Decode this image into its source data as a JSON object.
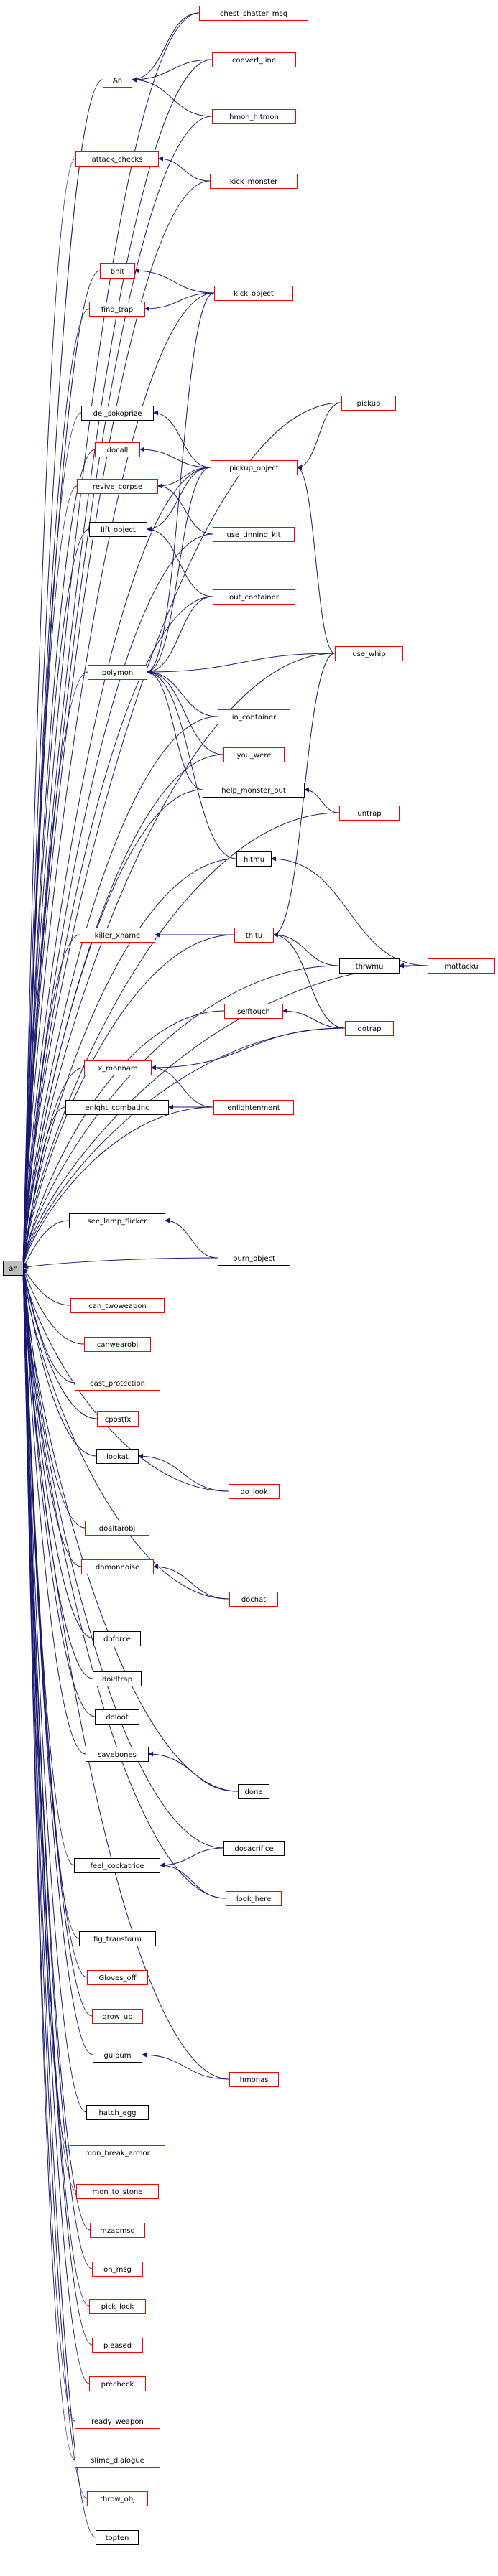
{
  "graph": {
    "root": "an",
    "colors": {
      "edge": "#191970",
      "node_black_border": "#000000",
      "node_red_border": "#ff0000",
      "node_fill": "#ffffff",
      "root_fill": "#bfbfbf"
    },
    "nodes": [
      {
        "id": "an",
        "label": "an",
        "border": "black",
        "root": true
      },
      {
        "id": "chest_shatter_msg",
        "label": "chest_shatter_msg",
        "border": "red"
      },
      {
        "id": "An",
        "label": "An",
        "border": "red"
      },
      {
        "id": "convert_line",
        "label": "convert_line",
        "border": "red"
      },
      {
        "id": "hmon_hitmon",
        "label": "hmon_hitmon",
        "border": "red"
      },
      {
        "id": "attack_checks",
        "label": "attack_checks",
        "border": "red"
      },
      {
        "id": "kick_monster",
        "label": "kick_monster",
        "border": "red"
      },
      {
        "id": "bhit",
        "label": "bhit",
        "border": "red"
      },
      {
        "id": "kick_object",
        "label": "kick_object",
        "border": "red"
      },
      {
        "id": "find_trap",
        "label": "find_trap",
        "border": "red"
      },
      {
        "id": "pickup",
        "label": "pickup",
        "border": "red"
      },
      {
        "id": "del_sokoprize",
        "label": "del_sokoprize",
        "border": "black"
      },
      {
        "id": "docall",
        "label": "docall",
        "border": "red"
      },
      {
        "id": "pickup_object",
        "label": "pickup_object",
        "border": "red"
      },
      {
        "id": "revive_corpse",
        "label": "revive_corpse",
        "border": "red"
      },
      {
        "id": "use_tinning_kit",
        "label": "use_tinning_kit",
        "border": "red"
      },
      {
        "id": "lift_object",
        "label": "lift_object",
        "border": "black"
      },
      {
        "id": "out_container",
        "label": "out_container",
        "border": "red"
      },
      {
        "id": "use_whip",
        "label": "use_whip",
        "border": "red"
      },
      {
        "id": "polymon",
        "label": "polymon",
        "border": "red"
      },
      {
        "id": "in_container",
        "label": "in_container",
        "border": "red"
      },
      {
        "id": "you_were",
        "label": "you_were",
        "border": "red"
      },
      {
        "id": "help_monster_out",
        "label": "help_monster_out",
        "border": "black"
      },
      {
        "id": "untrap",
        "label": "untrap",
        "border": "red"
      },
      {
        "id": "hitmu",
        "label": "hitmu",
        "border": "black"
      },
      {
        "id": "killer_xname",
        "label": "killer_xname",
        "border": "red"
      },
      {
        "id": "thitu",
        "label": "thitu",
        "border": "red"
      },
      {
        "id": "thrwmu",
        "label": "thrwmu",
        "border": "black"
      },
      {
        "id": "mattacku",
        "label": "mattacku",
        "border": "red"
      },
      {
        "id": "selftouch",
        "label": "selftouch",
        "border": "red"
      },
      {
        "id": "dotrap",
        "label": "dotrap",
        "border": "red"
      },
      {
        "id": "x_monnam",
        "label": "x_monnam",
        "border": "red"
      },
      {
        "id": "enlght_combatinc",
        "label": "enlght_combatinc",
        "border": "black"
      },
      {
        "id": "enlightenment",
        "label": "enlightenment",
        "border": "red"
      },
      {
        "id": "see_lamp_flicker",
        "label": "see_lamp_flicker",
        "border": "black"
      },
      {
        "id": "burn_object",
        "label": "burn_object",
        "border": "black"
      },
      {
        "id": "can_twoweapon",
        "label": "can_twoweapon",
        "border": "red"
      },
      {
        "id": "canwearobj",
        "label": "canwearobj",
        "border": "red"
      },
      {
        "id": "cast_protection",
        "label": "cast_protection",
        "border": "red"
      },
      {
        "id": "cpostfx",
        "label": "cpostfx",
        "border": "red"
      },
      {
        "id": "lookat",
        "label": "lookat",
        "border": "black"
      },
      {
        "id": "do_look",
        "label": "do_look",
        "border": "red"
      },
      {
        "id": "doaltarobj",
        "label": "doaltarobj",
        "border": "red"
      },
      {
        "id": "domonnoise",
        "label": "domonnoise",
        "border": "red"
      },
      {
        "id": "dochat",
        "label": "dochat",
        "border": "red"
      },
      {
        "id": "doforce",
        "label": "doforce",
        "border": "black"
      },
      {
        "id": "doidtrap",
        "label": "doidtrap",
        "border": "black"
      },
      {
        "id": "doloot",
        "label": "doloot",
        "border": "black"
      },
      {
        "id": "savebones",
        "label": "savebones",
        "border": "black"
      },
      {
        "id": "done",
        "label": "done",
        "border": "black"
      },
      {
        "id": "dosacrifice",
        "label": "dosacrifice",
        "border": "black"
      },
      {
        "id": "feel_cockatrice",
        "label": "feel_cockatrice",
        "border": "black"
      },
      {
        "id": "look_here",
        "label": "look_here",
        "border": "red"
      },
      {
        "id": "fig_transform",
        "label": "fig_transform",
        "border": "black"
      },
      {
        "id": "Gloves_off",
        "label": "Gloves_off",
        "border": "red"
      },
      {
        "id": "grow_up",
        "label": "grow_up",
        "border": "red"
      },
      {
        "id": "gulpum",
        "label": "gulpum",
        "border": "black"
      },
      {
        "id": "hmonas",
        "label": "hmonas",
        "border": "red"
      },
      {
        "id": "hatch_egg",
        "label": "hatch_egg",
        "border": "black"
      },
      {
        "id": "mon_break_armor",
        "label": "mon_break_armor",
        "border": "red"
      },
      {
        "id": "mon_to_stone",
        "label": "mon_to_stone",
        "border": "red"
      },
      {
        "id": "mzapmsg",
        "label": "mzapmsg",
        "border": "red"
      },
      {
        "id": "on_msg",
        "label": "on_msg",
        "border": "red"
      },
      {
        "id": "pick_lock",
        "label": "pick_lock",
        "border": "red"
      },
      {
        "id": "pleased",
        "label": "pleased",
        "border": "red"
      },
      {
        "id": "precheck",
        "label": "precheck",
        "border": "red"
      },
      {
        "id": "ready_weapon",
        "label": "ready_weapon",
        "border": "red"
      },
      {
        "id": "slime_dialogue",
        "label": "slime_dialogue",
        "border": "red"
      },
      {
        "id": "throw_obj",
        "label": "throw_obj",
        "border": "red"
      },
      {
        "id": "topten",
        "label": "topten",
        "border": "black"
      }
    ],
    "edges": [
      [
        "chest_shatter_msg",
        "an"
      ],
      [
        "An",
        "an"
      ],
      [
        "convert_line",
        "an"
      ],
      [
        "hmon_hitmon",
        "an"
      ],
      [
        "attack_checks",
        "an"
      ],
      [
        "kick_monster",
        "an"
      ],
      [
        "bhit",
        "an"
      ],
      [
        "kick_object",
        "an"
      ],
      [
        "find_trap",
        "an"
      ],
      [
        "pickup",
        "an"
      ],
      [
        "del_sokoprize",
        "an"
      ],
      [
        "docall",
        "an"
      ],
      [
        "pickup_object",
        "an"
      ],
      [
        "revive_corpse",
        "an"
      ],
      [
        "use_tinning_kit",
        "an"
      ],
      [
        "lift_object",
        "an"
      ],
      [
        "out_container",
        "an"
      ],
      [
        "use_whip",
        "an"
      ],
      [
        "polymon",
        "an"
      ],
      [
        "in_container",
        "an"
      ],
      [
        "you_were",
        "an"
      ],
      [
        "help_monster_out",
        "an"
      ],
      [
        "untrap",
        "an"
      ],
      [
        "hitmu",
        "an"
      ],
      [
        "killer_xname",
        "an"
      ],
      [
        "thitu",
        "an"
      ],
      [
        "thrwmu",
        "an"
      ],
      [
        "mattacku",
        "an"
      ],
      [
        "selftouch",
        "an"
      ],
      [
        "dotrap",
        "an"
      ],
      [
        "x_monnam",
        "an"
      ],
      [
        "enlght_combatinc",
        "an"
      ],
      [
        "enlightenment",
        "an"
      ],
      [
        "see_lamp_flicker",
        "an"
      ],
      [
        "burn_object",
        "an"
      ],
      [
        "can_twoweapon",
        "an"
      ],
      [
        "canwearobj",
        "an"
      ],
      [
        "cast_protection",
        "an"
      ],
      [
        "cpostfx",
        "an"
      ],
      [
        "lookat",
        "an"
      ],
      [
        "do_look",
        "an"
      ],
      [
        "doaltarobj",
        "an"
      ],
      [
        "domonnoise",
        "an"
      ],
      [
        "dochat",
        "an"
      ],
      [
        "doforce",
        "an"
      ],
      [
        "doidtrap",
        "an"
      ],
      [
        "doloot",
        "an"
      ],
      [
        "savebones",
        "an"
      ],
      [
        "done",
        "an"
      ],
      [
        "dosacrifice",
        "an"
      ],
      [
        "feel_cockatrice",
        "an"
      ],
      [
        "look_here",
        "an"
      ],
      [
        "fig_transform",
        "an"
      ],
      [
        "Gloves_off",
        "an"
      ],
      [
        "grow_up",
        "an"
      ],
      [
        "gulpum",
        "an"
      ],
      [
        "hmonas",
        "an"
      ],
      [
        "hatch_egg",
        "an"
      ],
      [
        "mon_break_armor",
        "an"
      ],
      [
        "mon_to_stone",
        "an"
      ],
      [
        "mzapmsg",
        "an"
      ],
      [
        "on_msg",
        "an"
      ],
      [
        "pick_lock",
        "an"
      ],
      [
        "pleased",
        "an"
      ],
      [
        "precheck",
        "an"
      ],
      [
        "ready_weapon",
        "an"
      ],
      [
        "slime_dialogue",
        "an"
      ],
      [
        "throw_obj",
        "an"
      ],
      [
        "topten",
        "an"
      ],
      [
        "chest_shatter_msg",
        "An"
      ],
      [
        "convert_line",
        "An"
      ],
      [
        "hmon_hitmon",
        "An"
      ],
      [
        "kick_monster",
        "attack_checks"
      ],
      [
        "kick_object",
        "bhit"
      ],
      [
        "kick_object",
        "find_trap"
      ],
      [
        "pickup",
        "pickup_object"
      ],
      [
        "pickup_object",
        "del_sokoprize"
      ],
      [
        "pickup_object",
        "docall"
      ],
      [
        "pickup_object",
        "revive_corpse"
      ],
      [
        "use_tinning_kit",
        "revive_corpse"
      ],
      [
        "pickup_object",
        "lift_object"
      ],
      [
        "out_container",
        "lift_object"
      ],
      [
        "use_whip",
        "pickup_object"
      ],
      [
        "kick_object",
        "polymon"
      ],
      [
        "pickup_object",
        "polymon"
      ],
      [
        "out_container",
        "polymon"
      ],
      [
        "use_whip",
        "polymon"
      ],
      [
        "in_container",
        "polymon"
      ],
      [
        "you_were",
        "polymon"
      ],
      [
        "help_monster_out",
        "polymon"
      ],
      [
        "hitmu",
        "polymon"
      ],
      [
        "untrap",
        "help_monster_out"
      ],
      [
        "mattacku",
        "hitmu"
      ],
      [
        "thitu",
        "killer_xname"
      ],
      [
        "use_whip",
        "thitu"
      ],
      [
        "thrwmu",
        "thitu"
      ],
      [
        "dotrap",
        "thitu"
      ],
      [
        "mattacku",
        "thrwmu"
      ],
      [
        "dotrap",
        "selftouch"
      ],
      [
        "dotrap",
        "x_monnam"
      ],
      [
        "enlightenment",
        "x_monnam"
      ],
      [
        "enlightenment",
        "enlght_combatinc"
      ],
      [
        "burn_object",
        "see_lamp_flicker"
      ],
      [
        "do_look",
        "lookat"
      ],
      [
        "dochat",
        "domonnoise"
      ],
      [
        "done",
        "savebones"
      ],
      [
        "dosacrifice",
        "feel_cockatrice"
      ],
      [
        "look_here",
        "feel_cockatrice"
      ],
      [
        "hmonas",
        "gulpum"
      ]
    ]
  }
}
